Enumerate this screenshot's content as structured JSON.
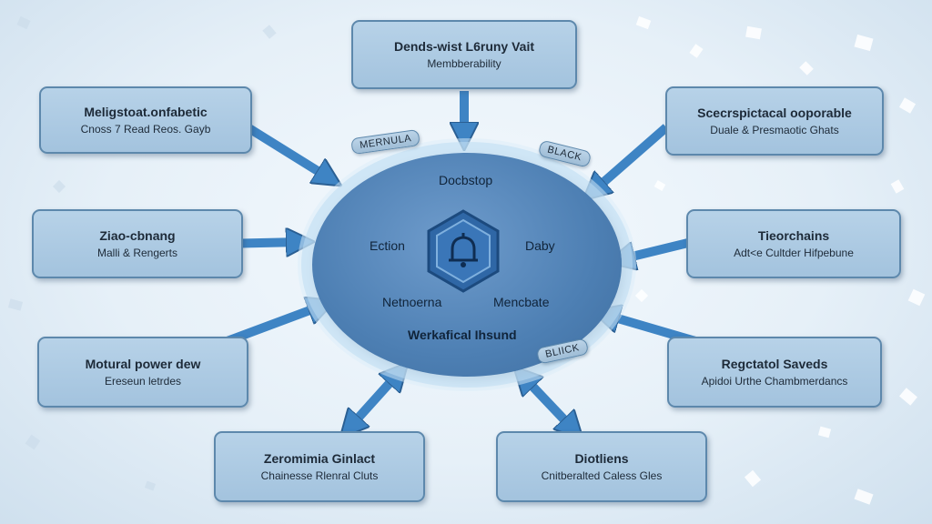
{
  "boxes": {
    "top": {
      "title": "Dends-wist L6runy Vait",
      "sub": "Membberability"
    },
    "top_left": {
      "title": "Meligstoat.onfabetic",
      "sub": "Cnoss 7 Read Reos. Gayb"
    },
    "top_right": {
      "title": "Scecrspictacal ooporable",
      "sub": "Duale & Presmaotic Ghats"
    },
    "mid_left": {
      "title": "Ziao-cbnang",
      "sub": "Malli & Rengerts"
    },
    "mid_right": {
      "title": "Tieorchains",
      "sub": "Adt<e Cultder Hifpebune"
    },
    "low_left": {
      "title": "Motural power dew",
      "sub": "Ereseun letrdes"
    },
    "low_right": {
      "title": "Regctatol Saveds",
      "sub": "Apidoi Urthe Chambmerdancs"
    },
    "bottom_left": {
      "title": "Zeromimia Ginlact",
      "sub": "Chainesse Rlenral Cluts"
    },
    "bottom_right": {
      "title": "Diotliens",
      "sub": "Cnitberalted Caless Gles"
    }
  },
  "hub": {
    "top": "Docbstop",
    "left": "Ection",
    "right": "Daby",
    "lower_left": "Netnoerna",
    "lower_right": "Mencbate",
    "title": "Werkafical Ihsund"
  },
  "tags": {
    "left": "MERNULA",
    "right": "BLACK",
    "bottom": "BLIICK"
  },
  "icon": "hexagon-bell-icon",
  "colors": {
    "box": "#a9c8e2",
    "hub": "#4f82b5",
    "arrow": "#3e84c4"
  }
}
